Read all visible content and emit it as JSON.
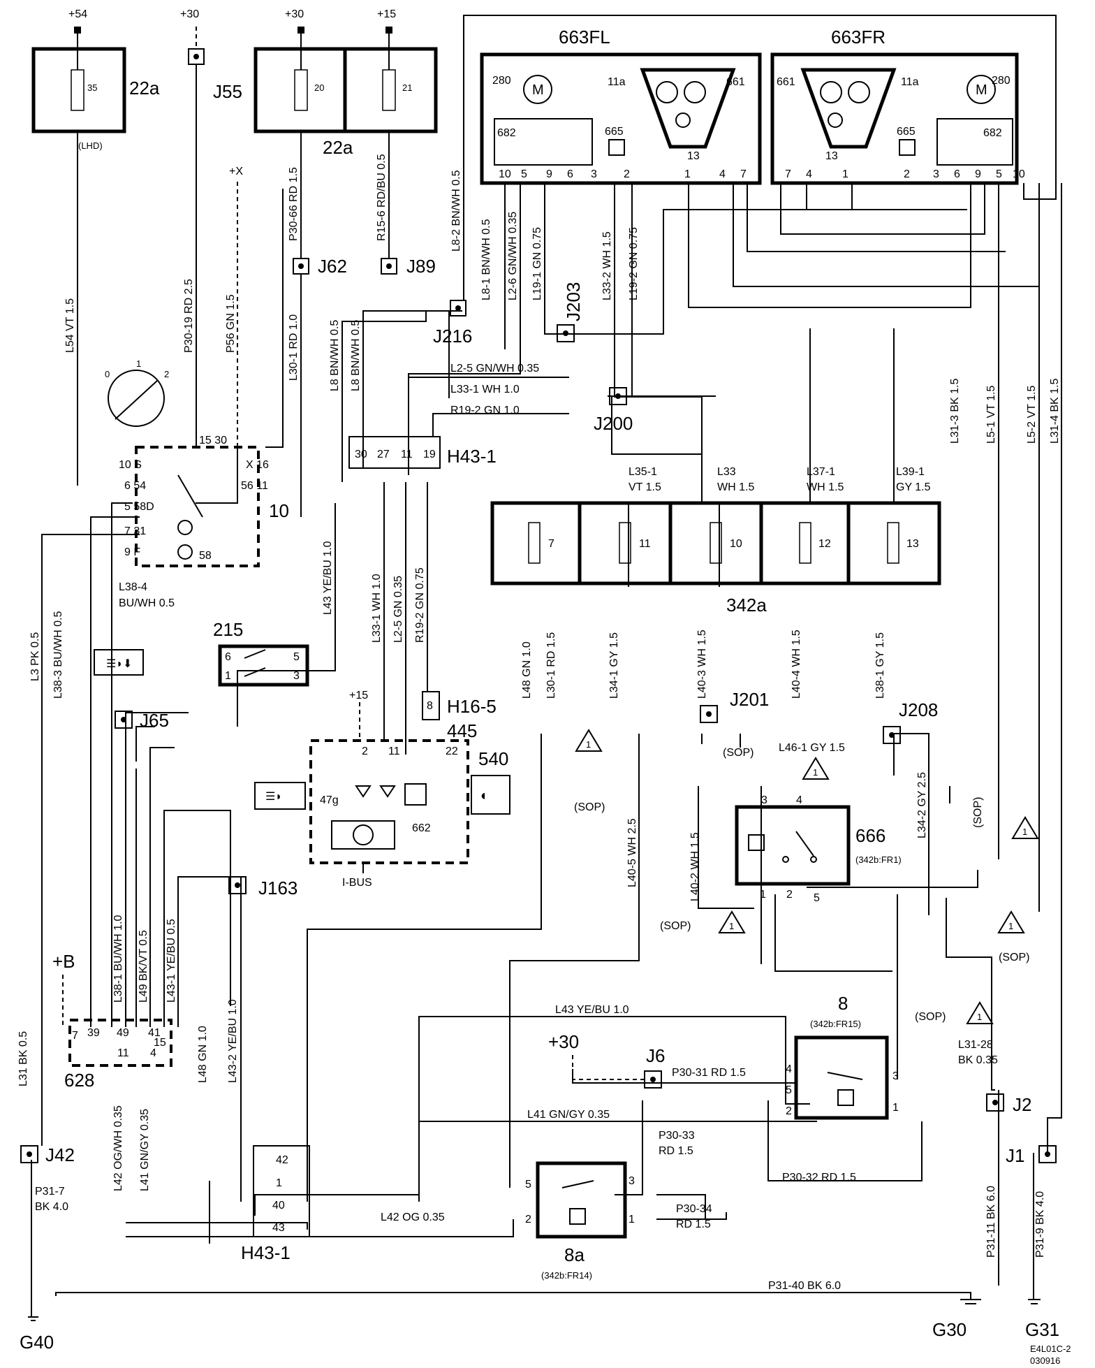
{
  "supply": {
    "plus54": "+54",
    "plus30_a": "+30",
    "plus30_b": "+30",
    "plus15": "+15",
    "plusX": "+X",
    "plus15_540": "+15",
    "plus30_j6": "+30",
    "plusB": "+B"
  },
  "components": {
    "c22a_left": "22a",
    "c22a_right": "22a",
    "fuse35": "35",
    "fuse20": "20",
    "fuse21": "21",
    "lhd": "(LHD)",
    "c663fl": "663FL",
    "c663fr": "663FR",
    "c10": "10",
    "c215": "215",
    "c540": "540",
    "c47g": "47g",
    "c662": "662",
    "ibus": "I-BUS",
    "c342a": "342a",
    "c666": "666",
    "c666_sub": "(342b:FR1)",
    "c8": "8",
    "c8_sub": "(342b:FR15)",
    "c8a": "8a",
    "c8a_sub": "(342b:FR14)",
    "c628": "628",
    "h16_5": "H16-5",
    "c445": "445",
    "h43_1_top": "H43-1",
    "h43_1_bottom": "H43-1",
    "fuse7": "7",
    "fuse11": "11",
    "fuse10": "10",
    "fuse12": "12",
    "fuse13": "13",
    "code": "E4L01C-2",
    "code_date": "030916"
  },
  "junctions": {
    "j55": "J55",
    "j62": "J62",
    "j89": "J89",
    "j216": "J216",
    "j203": "J203",
    "j200": "J200",
    "j65": "J65",
    "j163": "J163",
    "j42": "J42",
    "j201": "J201",
    "j208": "J208",
    "j6": "J6",
    "j2": "J2",
    "j1": "J1"
  },
  "grounds": {
    "g40": "G40",
    "g30": "G30",
    "g31": "G31"
  },
  "pins": {
    "fl_280": "280",
    "fl_11a": "11a",
    "fl_661": "661",
    "fl_682": "682",
    "fl_665": "665",
    "fl_13": "13",
    "fl_p10": "10",
    "fl_p5": "5",
    "fl_p9": "9",
    "fl_p6": "6",
    "fl_p3": "3",
    "fl_p2": "2",
    "fl_p1": "1",
    "fl_p4": "4",
    "fl_p7": "7",
    "fr_661": "661",
    "fr_11a": "11a",
    "fr_280": "280",
    "fr_665": "665",
    "fr_682": "682",
    "fr_13": "13",
    "fr_p7": "7",
    "fr_p4": "4",
    "fr_p1": "1",
    "fr_p2": "2",
    "fr_p3": "3",
    "fr_p6": "6",
    "fr_p9": "9",
    "fr_p5": "5",
    "fr_p10": "10",
    "sw_10s": "10 S",
    "sw_6_54": "6 54",
    "sw_5_58d": "5 58D",
    "sw_7_31": "7 31",
    "sw_9f": "9 F",
    "sw_15_30": "15 30",
    "sw_x16": "X 16",
    "sw_56_11": "56 11",
    "sw_58": "58",
    "sw_r0": "0",
    "sw_r1": "1",
    "sw_r2": "2",
    "h_30": "30",
    "h_27": "27",
    "h_11": "11",
    "h_19": "19",
    "p215_6": "6",
    "p215_5": "5",
    "p215_1": "1",
    "p215_3": "3",
    "p540_2": "2",
    "p540_11": "11",
    "p540_22": "22",
    "p445_8": "8",
    "p666_3": "3",
    "p666_4": "4",
    "p666_1": "1",
    "p666_2": "2",
    "p666_5": "5",
    "p8_4": "4",
    "p8_5": "5",
    "p8_2": "2",
    "p8_3": "3",
    "p8_1": "1",
    "p8a_5": "5",
    "p8a_3": "3",
    "p8a_2": "2",
    "p8a_1": "1",
    "p628_7": "7",
    "p628_39": "39",
    "p628_49": "49",
    "p628_41": "41",
    "p628_15": "15",
    "p628_11": "11",
    "p628_4": "4",
    "hb_42": "42",
    "hb_1": "1",
    "hb_40": "40",
    "hb_43": "43"
  },
  "wires": {
    "l54": "L54  VT  1.5",
    "p30_19": "P30-19  RD  2.5",
    "p56": "P56  GN  1.5",
    "p30_66": "P30-66  RD  1.5",
    "r15_6": "R15-6  RD/BU  0.5",
    "l8_2": "L8-2  BN/WH  0.5",
    "l8_1": "L8-1  BN/WH  0.5",
    "l2_6": "L2-6  GN/WH  0.35",
    "l19_1": "L19-1  GN  0.75",
    "l33_2": "L33-2  WH  1.5",
    "l19_2": "L19-2  GN  0.75",
    "l30_1_top": "L30-1  RD  1.0",
    "l8_a": "L8  BN/WH  0.5",
    "l8_b": "L8  BN/WH  0.5",
    "l2_5_h": "L2-5  GN/WH  0.35",
    "l33_1_h": "L33-1    WH  1.0",
    "r19_2_h": "R19-2  GN   1.0",
    "l35_1": "L35-1",
    "l35_1b": "VT   1.5",
    "l33": "L33",
    "l33b": "WH  1.5",
    "l37_1": "L37-1",
    "l37_1b": "WH  1.5",
    "l39_1": "L39-1",
    "l39_1b": "GY  1.5",
    "l43_top": "L43  YE/BU  1.0",
    "l33_1_v": "L33-1  WH  1.0",
    "l2_5_v": "L2-5  GN  0.35",
    "r19_2_v": "R19-2  GN  0.75",
    "l48_top": "L48  GN  1.0",
    "l30_1_mid": "L30-1  RD  1.5",
    "l34_1": "L34-1  GY  1.5",
    "l40_3": "L40-3  WH  1.5",
    "l40_4": "L40-4  WH  1.5",
    "l38_1_gy": "L38-1  GY  1.5",
    "l31_3": "L31-3  BK  1.5",
    "l5_1": "L5-1  VT  1.5",
    "l5_2": "L5-2  VT  1.5",
    "l31_4": "L31-4  BK  1.5",
    "l3": "L3  PK  0.5",
    "l38_3": "L38-3  BU/WH  0.5",
    "l38_4a": "L38-4",
    "l38_4b": "BU/WH  0.5",
    "l46_1": "L46-1  GY   1.5",
    "l34_2": "L34-2  GY  2.5",
    "l40_5": "L40-5  WH  2.5",
    "l40_2": "L40-2  WH  1.5",
    "l38_1_bu": "L38-1  BU/WH  1.0",
    "l49": "L49  BK/VT  0.5",
    "l43_1": "L43-1  YE/BU  0.5",
    "l48_bot": "L48  GN  1.0",
    "l43_2": "L43-2  YE/BU  1.0",
    "l31": "L31  BK  0.5",
    "l42_v": "L42  OG/WH  0.35",
    "l41_v": "L41  GN/GY  0.35",
    "l43_bot": "L43   YE/BU  1.0",
    "p30_31": "P30-31  RD   1.5",
    "l41_h": "L41   GN/GY   0.35",
    "p30_33a": "P30-33",
    "p30_33b": "RD 1.5",
    "p30_32": "P30-32   RD    1.5",
    "l42_h": "L42   OG   0.35",
    "p30_34a": "P30-34",
    "p30_34b": "RD 1.5",
    "l31_28a": "L31-28",
    "l31_28b": "BK  0.35",
    "p31_7a": "P31-7",
    "p31_7b": "BK   4.0",
    "p31_40": "P31-40   BK   6.0",
    "p31_11": "P31-11  BK  6.0",
    "p31_9": "P31-9  BK  4.0"
  },
  "options": {
    "sop": "(SOP)",
    "warn": "1"
  }
}
